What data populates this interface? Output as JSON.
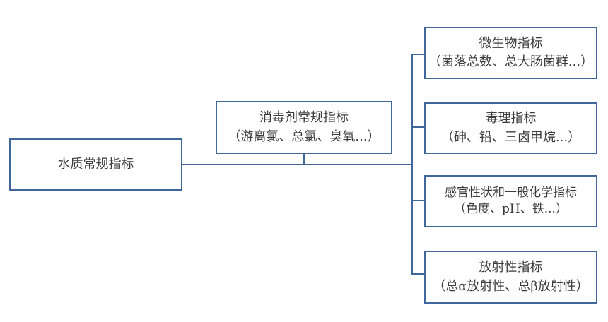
{
  "diagram": {
    "title_meaning": "水质常规指标分类图",
    "colors": {
      "border": "#40679b",
      "connector": "#40679b",
      "text": "#3c3c3c",
      "background": "#ffffff"
    },
    "root": {
      "label": "水质常规指标"
    },
    "mid": {
      "title": "消毒剂常规指标",
      "subtitle": "（游离氯、总氯、臭氧...）"
    },
    "leaves": [
      {
        "title": "微生物指标",
        "subtitle": "（菌落总数、总大肠菌群...）"
      },
      {
        "title": "毒理指标",
        "subtitle": "（砷、铅、三卤甲烷...）"
      },
      {
        "title": "感官性状和一般化学指标",
        "subtitle": "（色度、pH、铁...）"
      },
      {
        "title": "放射性指标",
        "subtitle": "（总α放射性、总β放射性）"
      }
    ]
  }
}
